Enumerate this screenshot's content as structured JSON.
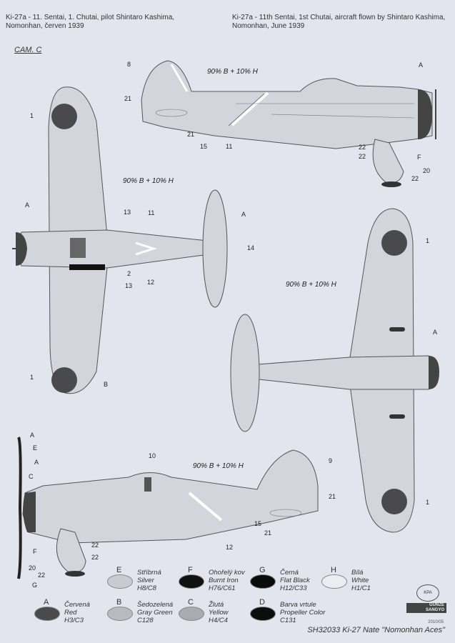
{
  "captions": {
    "czech": [
      "Ki-27a - 11. Sentai, 1. Chutai, pilot Shintaro Kashima,",
      "Nomonhan, červen 1939"
    ],
    "english": [
      "Ki-27a - 11th Sentai, 1st Chutai, aircraft flown by Shintaro Kashima,",
      "Nomonhan, June 1939"
    ]
  },
  "camo_label": "CAM. C",
  "mix_label": "90% B + 10% H",
  "callouts": {
    "side_top": [
      "8",
      "21",
      "A",
      "21",
      "15",
      "11",
      "22",
      "F",
      "22",
      "20",
      "22"
    ],
    "plan_top": [
      "1",
      "A",
      "13",
      "11",
      "A",
      "14",
      "2",
      "12",
      "13",
      "1",
      "B"
    ],
    "plan_bottom": [
      "1",
      "A",
      "1"
    ],
    "side_bottom": [
      "10",
      "9",
      "21",
      "A",
      "E",
      "A",
      "C",
      "21",
      "15",
      "12",
      "22",
      "22",
      "F",
      "20",
      "22",
      "G"
    ]
  },
  "colors": [
    {
      "letter": "E",
      "cz": "Stříbrná",
      "en": "Silver",
      "code": "H8/C8",
      "hex": "#c9cbd1"
    },
    {
      "letter": "F",
      "cz": "Ohořelý kov",
      "en": "Burnt Iron",
      "code": "H76/C61",
      "hex": "#111111"
    },
    {
      "letter": "G",
      "cz": "Černá",
      "en": "Flat Black",
      "code": "H12/C33",
      "hex": "#0b0b0b"
    },
    {
      "letter": "H",
      "cz": "Bílá",
      "en": "White",
      "code": "H1/C1",
      "hex": "#ecedf2"
    },
    {
      "letter": "A",
      "cz": "Červená",
      "en": "Red",
      "code": "H3/C3",
      "hex": "#4a4a4e"
    },
    {
      "letter": "B",
      "cz": "Šedozelená",
      "en": "Gray Green",
      "code": "C128",
      "hex": "#b9bbc1"
    },
    {
      "letter": "C",
      "cz": "Žlutá",
      "en": "Yellow",
      "code": "H4/C4",
      "hex": "#a9abb1"
    },
    {
      "letter": "D",
      "cz": "Barva vrtule",
      "en": "Propeller Color",
      "code": "C131",
      "hex": "#0d0d0d"
    }
  ],
  "footer": {
    "code": "SH32033  Ki-27 Nate \"Nomonhan Aces\"",
    "date": "2010/05",
    "logo1": "KPA",
    "logo2": [
      "GUNZE",
      "SANGYO"
    ]
  }
}
